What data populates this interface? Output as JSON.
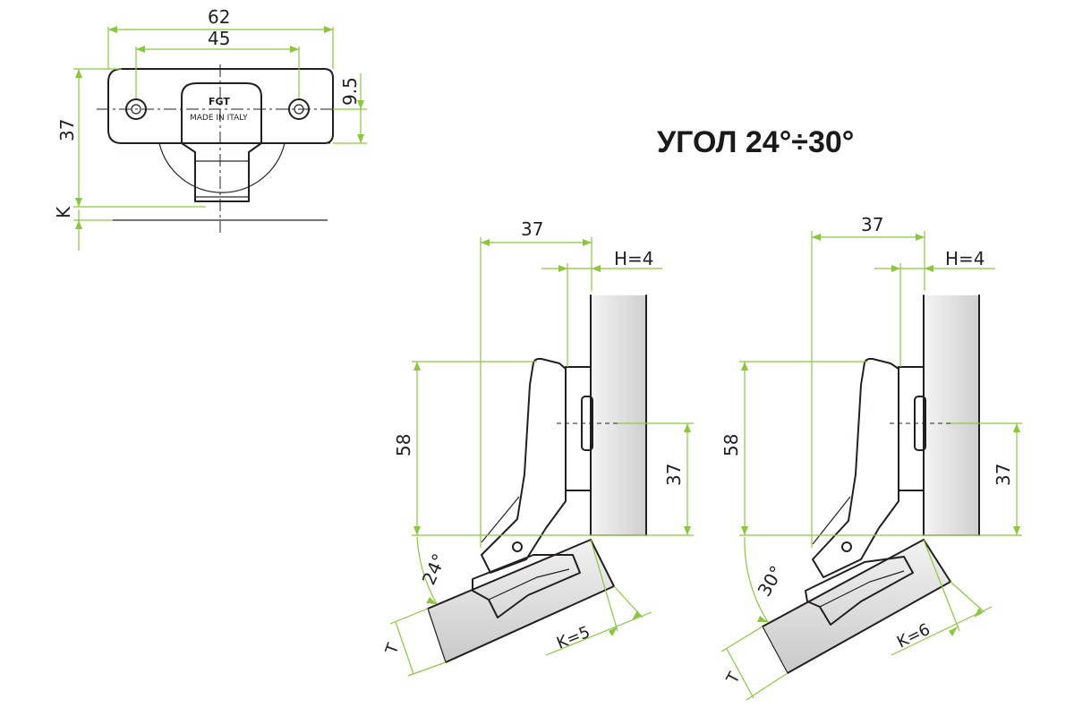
{
  "title": "УГОЛ 24°÷30°",
  "colors": {
    "dimension": "#8cc63f",
    "outline": "#231f20",
    "panel_light": "#f4f4f4",
    "panel_dark": "#cfcfcf"
  },
  "plan_view": {
    "dim_width_total": "62",
    "dim_hole_spacing": "45",
    "dim_height": "37",
    "dim_offset": "9.5",
    "dim_k": "K",
    "logo_text": "FGT",
    "marking": "MADE IN ITALY"
  },
  "section_24": {
    "dim_top": "37",
    "dim_h": "H=4",
    "dim_left": "58",
    "dim_right": "37",
    "angle": "24°",
    "dim_k": "K=5",
    "dim_t": "T"
  },
  "section_30": {
    "dim_top": "37",
    "dim_h": "H=4",
    "dim_left": "58",
    "dim_right": "37",
    "angle": "30°",
    "dim_k": "K=6",
    "dim_t": "T"
  }
}
